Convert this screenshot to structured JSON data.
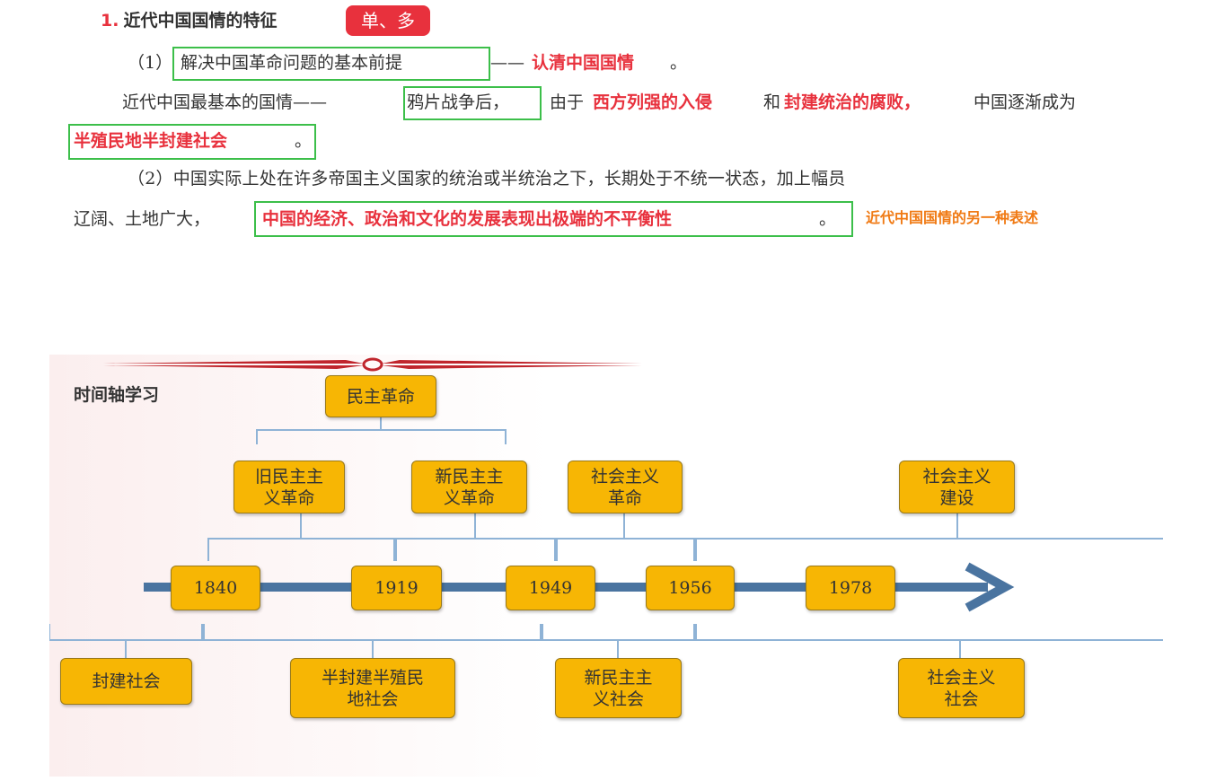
{
  "section": {
    "number": "1.",
    "title": "近代中国国情的特征",
    "badge": "单、多"
  },
  "para1": {
    "label": "（1）",
    "boxed": "解决中国革命问题的基本前提",
    "dash": "——",
    "answer": "认清中国国情",
    "end": "。"
  },
  "para2": {
    "lead": "近代中国最基本的国情——",
    "boxed": "鸦片战争后，",
    "t1": "由于",
    "r1": "西方列强的入侵",
    "t2": "和",
    "r2": "封建统治的腐败，",
    "t3": "中国逐渐成为",
    "line2_red": "半殖民地半封建社会",
    "line2_end": "。"
  },
  "para3": {
    "line1": "（2）中国实际上处在许多帝国主义国家的统治或半统治之下，长期处于不统一状态，加上幅员",
    "line2_lead": "辽阔、土地广大，",
    "boxed_red": "中国的经济、政治和文化的发展表现出极端的不平衡性",
    "boxed_end": "。",
    "note": "近代中国国情的另一种表述"
  },
  "timeline": {
    "title": "时间轴学习",
    "top_box": "民主革命",
    "upper": [
      [
        "旧民主主",
        "义革命"
      ],
      [
        "新民主主",
        "义革命"
      ],
      [
        "社会主义",
        "革命"
      ],
      [
        "社会主义",
        "建设"
      ]
    ],
    "years": [
      "1840",
      "1919",
      "1949",
      "1956",
      "1978"
    ],
    "lower": [
      [
        "封建社会"
      ],
      [
        "半封建半殖民",
        "地社会"
      ],
      [
        "新民主主",
        "义社会"
      ],
      [
        "社会主义",
        "社会"
      ]
    ]
  },
  "colors": {
    "red": "#e8313d",
    "green_box": "#3cbf4a",
    "orange": "#f07a14",
    "yellow_box": "#f7b604",
    "arrow": "#4a74a0",
    "bracket": "#8fb3d6"
  }
}
